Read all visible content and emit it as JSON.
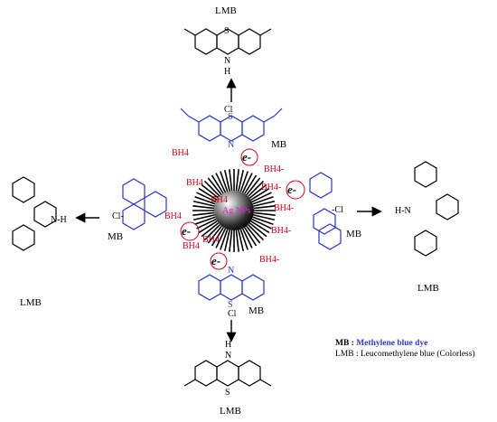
{
  "colors": {
    "mb": "#2b34c8",
    "lmb": "#000000",
    "borohydride": "#d0021b",
    "electron": "#d0021b",
    "nanoparticle_label": "#e020d0",
    "arrow": "#000000"
  },
  "labels": {
    "lmb_top": "LMB",
    "lmb_left": "LMB",
    "lmb_right": "LMB",
    "lmb_bottom": "LMB",
    "mb_top": "MB",
    "mb_left": "MB",
    "mb_right": "MB",
    "mb_bottom": "MB",
    "nanoparticle": "Ag NPs",
    "electron": "e-",
    "bh4": "BH4",
    "bh4_minus": "BH4-",
    "sulfur": "S",
    "nitrogen": "N",
    "chlorine": "Cl",
    "hydrogen": "H",
    "chloride_top": "Cl",
    "chloride_bottom": "Cl",
    "nh_left": "N-H",
    "nh_right": "H-N",
    "cl_left": "Cl-",
    "cl_right": "-Cl"
  },
  "legend": {
    "mb_abbr": "MB :",
    "mb_desc": "Methylene blue dye",
    "lmb_line": "LMB : Leucomethylene blue (Colorless)"
  },
  "icons": {
    "center": "silver-nanoparticle-sphere",
    "arrows": "reaction-arrow"
  }
}
